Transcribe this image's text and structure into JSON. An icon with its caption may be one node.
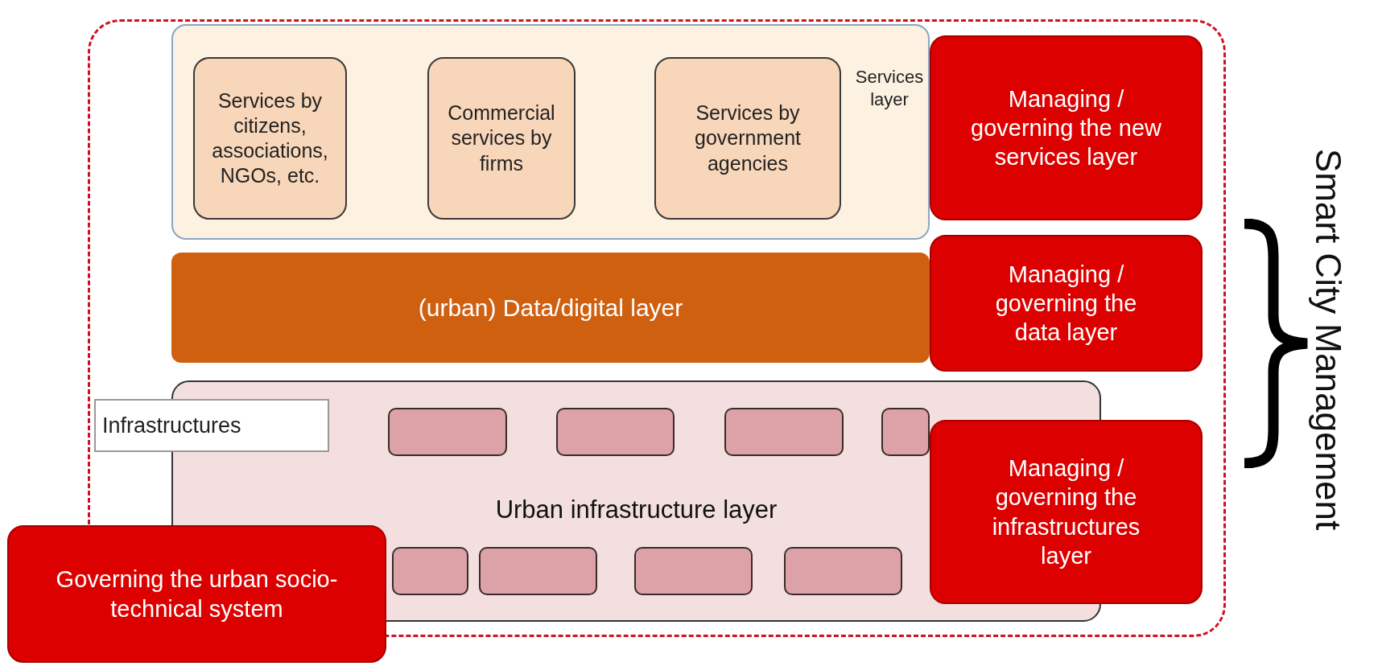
{
  "diagram": {
    "nodes": [
      {
        "text": [],
        "shape": "box"
      },
      {
        "text": [
          "Services layer"
        ],
        "in": 0
      },
      {
        "text": [
          "Services by citizens, associations, NGOs, etc."
        ],
        "in": 1
      },
      {
        "text": [
          "Commercial services by firms"
        ],
        "in": 1
      },
      {
        "text": [
          "Services by government agencies"
        ],
        "in": 1
      },
      {
        "text": [
          "(urban) Data/digital layer"
        ],
        "in": 0
      },
      {
        "text": [
          "Infrastructures",
          "Urban infrastructure layer"
        ],
        "in": 0
      },
      {
        "text": [],
        "shape": "box",
        "in": 6
      },
      {
        "text": [],
        "shape": "box",
        "in": 6
      },
      {
        "text": [],
        "shape": "box",
        "in": 6
      },
      {
        "text": [],
        "shape": "box",
        "in": 6
      },
      {
        "text": [],
        "shape": "box",
        "in": 6
      },
      {
        "text": [],
        "shape": "box",
        "in": 6
      },
      {
        "text": [],
        "shape": "box",
        "in": 6
      },
      {
        "text": [],
        "shape": "box",
        "in": 6
      },
      {
        "text": [
          "Managing / governing the new services layer"
        ],
        "in": 0
      },
      {
        "text": [
          "Managing / governing the data layer"
        ],
        "in": 0
      },
      {
        "text": [
          "Managing / governing the infrastructures layer"
        ],
        "in": 0
      },
      {
        "text": [
          "Governing the urban socio-technical system"
        ]
      }
    ],
    "edges": [],
    "labels": [
      "Smart City Management"
    ]
  }
}
